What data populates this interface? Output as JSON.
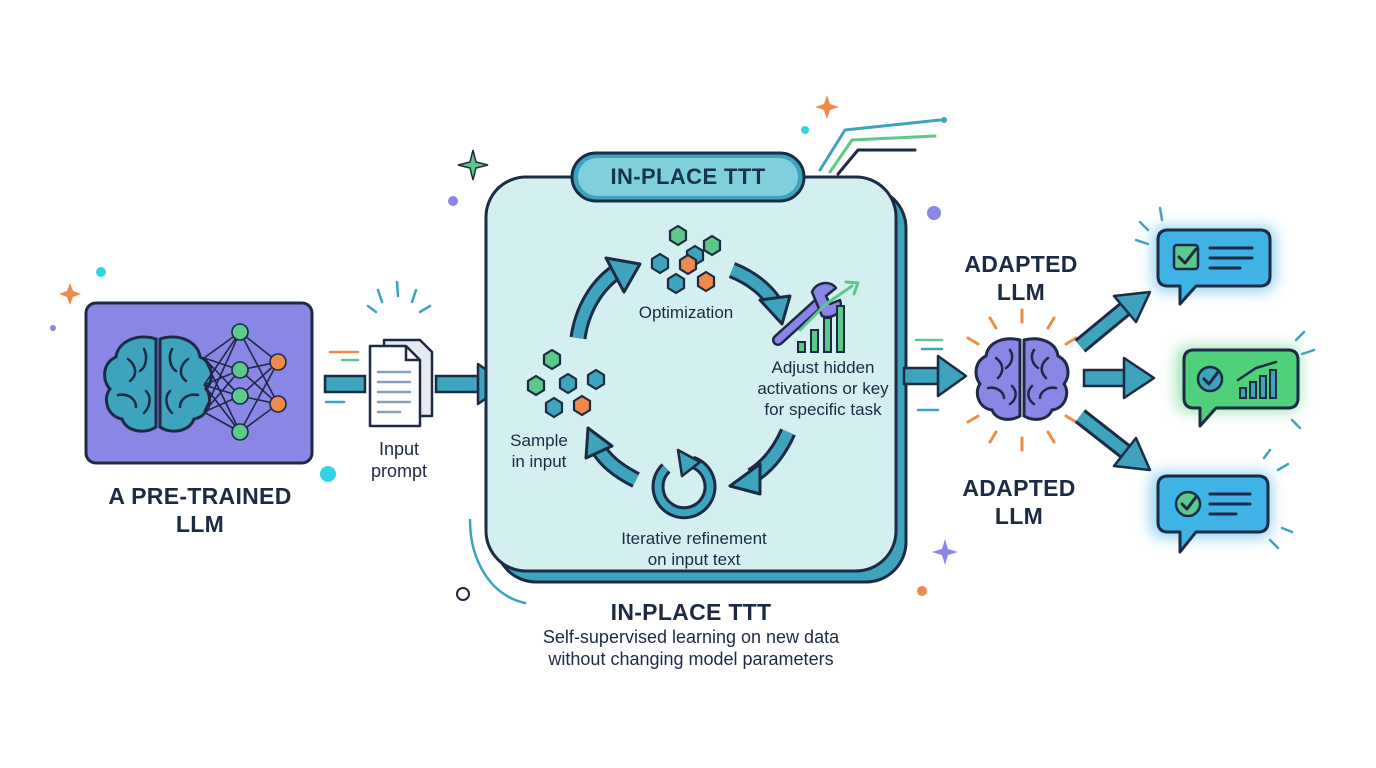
{
  "pretrained": {
    "title_line1": "A PRE-TRAINED",
    "title_line2": "LLM"
  },
  "input": {
    "line1": "Input",
    "line2": "prompt"
  },
  "ttt_box": {
    "badge": "IN-PLACE TTT",
    "optimization": "Optimization",
    "adjust_line1": "Adjust hidden",
    "adjust_line2": "activations or key",
    "adjust_line3": "for specific task",
    "sample_line1": "Sample",
    "sample_line2": "in input",
    "refine_line1": "Iterative refinement",
    "refine_line2": "on input text"
  },
  "caption": {
    "title": "IN-PLACE TTT",
    "line1": "Self-supervised learning on new data",
    "line2": "without changing model parameters"
  },
  "adapted": {
    "top_line1": "ADAPTED",
    "top_line2": "LLM",
    "bottom_line1": "ADAPTED",
    "bottom_line2": "LLM"
  },
  "outputs": [
    {
      "icon": "checkbox-list-icon",
      "color": "#3fb3e6"
    },
    {
      "icon": "check-chart-icon",
      "color": "#4fd07a"
    },
    {
      "icon": "check-list-icon",
      "color": "#3fb3e6"
    }
  ],
  "colors": {
    "navy": "#1c2a44",
    "teal": "#3ea3bd",
    "box_fill": "#d3eff0",
    "purple": "#8a86e6",
    "green": "#5cc98a",
    "orange": "#f08a4b",
    "cyan": "#33d3e6"
  }
}
